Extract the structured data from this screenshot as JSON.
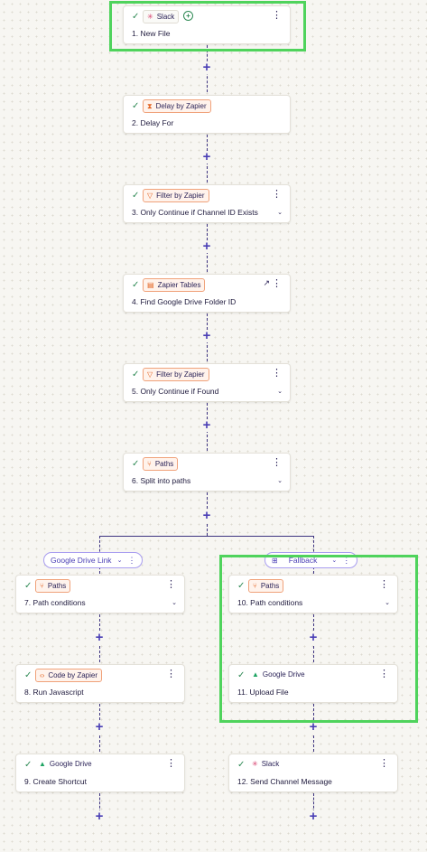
{
  "plus_symbol": "+",
  "check_symbol": "✓",
  "more_symbol": "⋮",
  "chevron_symbol": "⌄",
  "steps": [
    {
      "app": "Slack",
      "title": "1. New File",
      "app_icon": "slack-icon",
      "glyph": "✳"
    },
    {
      "app": "Delay by Zapier",
      "title": "2. Delay For",
      "app_icon": "hourglass-icon",
      "glyph": "⧗"
    },
    {
      "app": "Filter by Zapier",
      "title": "3. Only Continue if Channel ID Exists",
      "app_icon": "filter-icon",
      "glyph": "▽"
    },
    {
      "app": "Zapier Tables",
      "title": "4. Find Google Drive Folder ID",
      "app_icon": "table-icon",
      "glyph": "▤"
    },
    {
      "app": "Filter by Zapier",
      "title": "5. Only Continue if Found",
      "app_icon": "filter-icon",
      "glyph": "▽"
    },
    {
      "app": "Paths",
      "title": "6. Split into paths",
      "app_icon": "paths-icon",
      "glyph": "⑂"
    },
    {
      "app": "Paths",
      "title": "7. Path conditions",
      "app_icon": "paths-icon",
      "glyph": "⑂"
    },
    {
      "app": "Code by Zapier",
      "title": "8. Run Javascript",
      "app_icon": "code-icon",
      "glyph": "‹›"
    },
    {
      "app": "Google Drive",
      "title": "9. Create Shortcut",
      "app_icon": "google-drive-icon",
      "glyph": "▲"
    },
    {
      "app": "Paths",
      "title": "10. Path conditions",
      "app_icon": "paths-icon",
      "glyph": "⑂"
    },
    {
      "app": "Google Drive",
      "title": "11. Upload File",
      "app_icon": "google-drive-icon",
      "glyph": "▲"
    },
    {
      "app": "Slack",
      "title": "12. Send Channel Message",
      "app_icon": "slack-icon",
      "glyph": "✳"
    }
  ],
  "paths": [
    {
      "label": "Google Drive Link"
    },
    {
      "label": "Fallback",
      "icon": "branch-icon",
      "glyph": "⊞"
    }
  ],
  "colors": {
    "connector": "#3d3380",
    "accent": "#4a3fb5",
    "highlight": "#4fd35c",
    "success": "#2f8a55",
    "badge_orange": "#f0a27a"
  }
}
